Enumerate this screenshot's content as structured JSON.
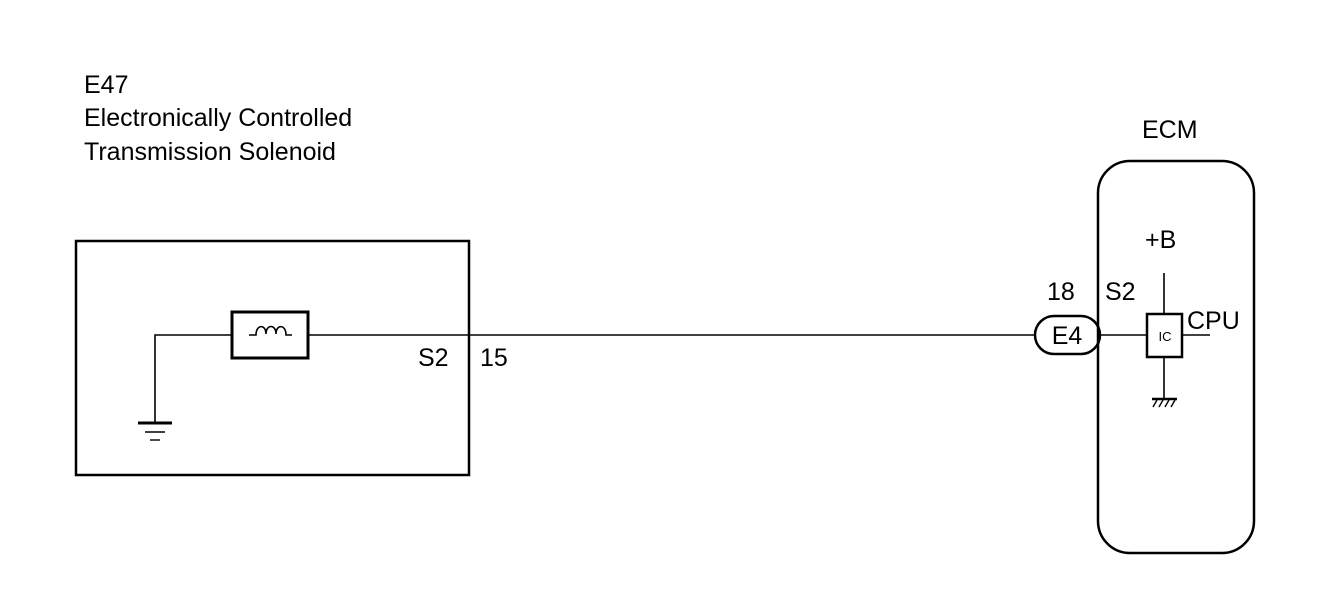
{
  "solenoid": {
    "connector_id": "E47",
    "name_line1": "Electronically Controlled",
    "name_line2": "Transmission Solenoid",
    "terminal_name": "S2",
    "terminal_pin": "15"
  },
  "ecm": {
    "title": "ECM",
    "connector_id": "E4",
    "terminal_pin": "18",
    "terminal_name": "S2",
    "supply_label": "+B",
    "cpu_label": "CPU",
    "ic_label": "IC"
  },
  "colors": {
    "line": "#000000",
    "background": "#ffffff"
  }
}
